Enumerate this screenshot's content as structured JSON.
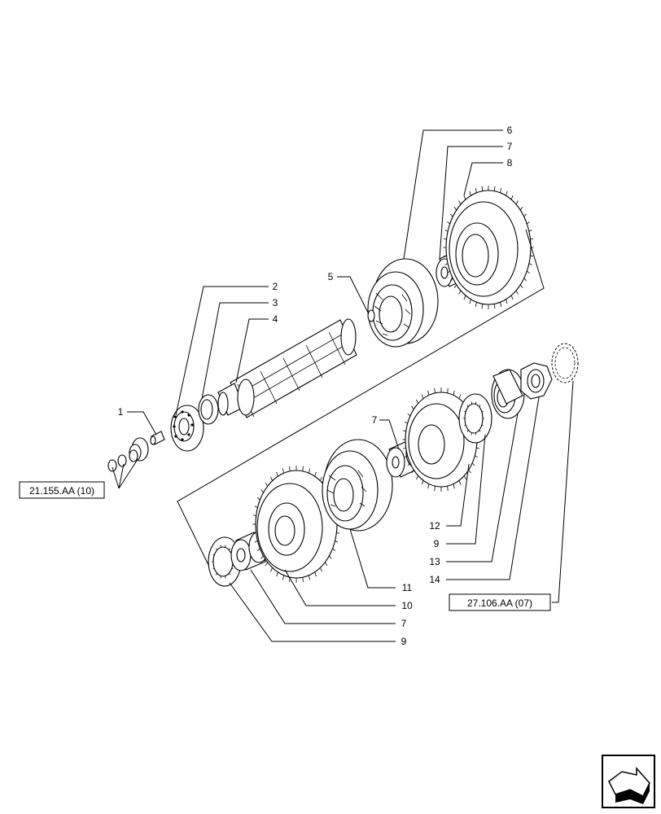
{
  "callouts": [
    "1",
    "2",
    "3",
    "4",
    "5",
    "6",
    "7",
    "8",
    "7",
    "12",
    "9",
    "13",
    "14",
    "11",
    "10",
    "7",
    "9"
  ],
  "references": [
    "21.155.AA (10)",
    "27.106.AA (07)"
  ],
  "nav_icon": "next-page-arrow-icon"
}
